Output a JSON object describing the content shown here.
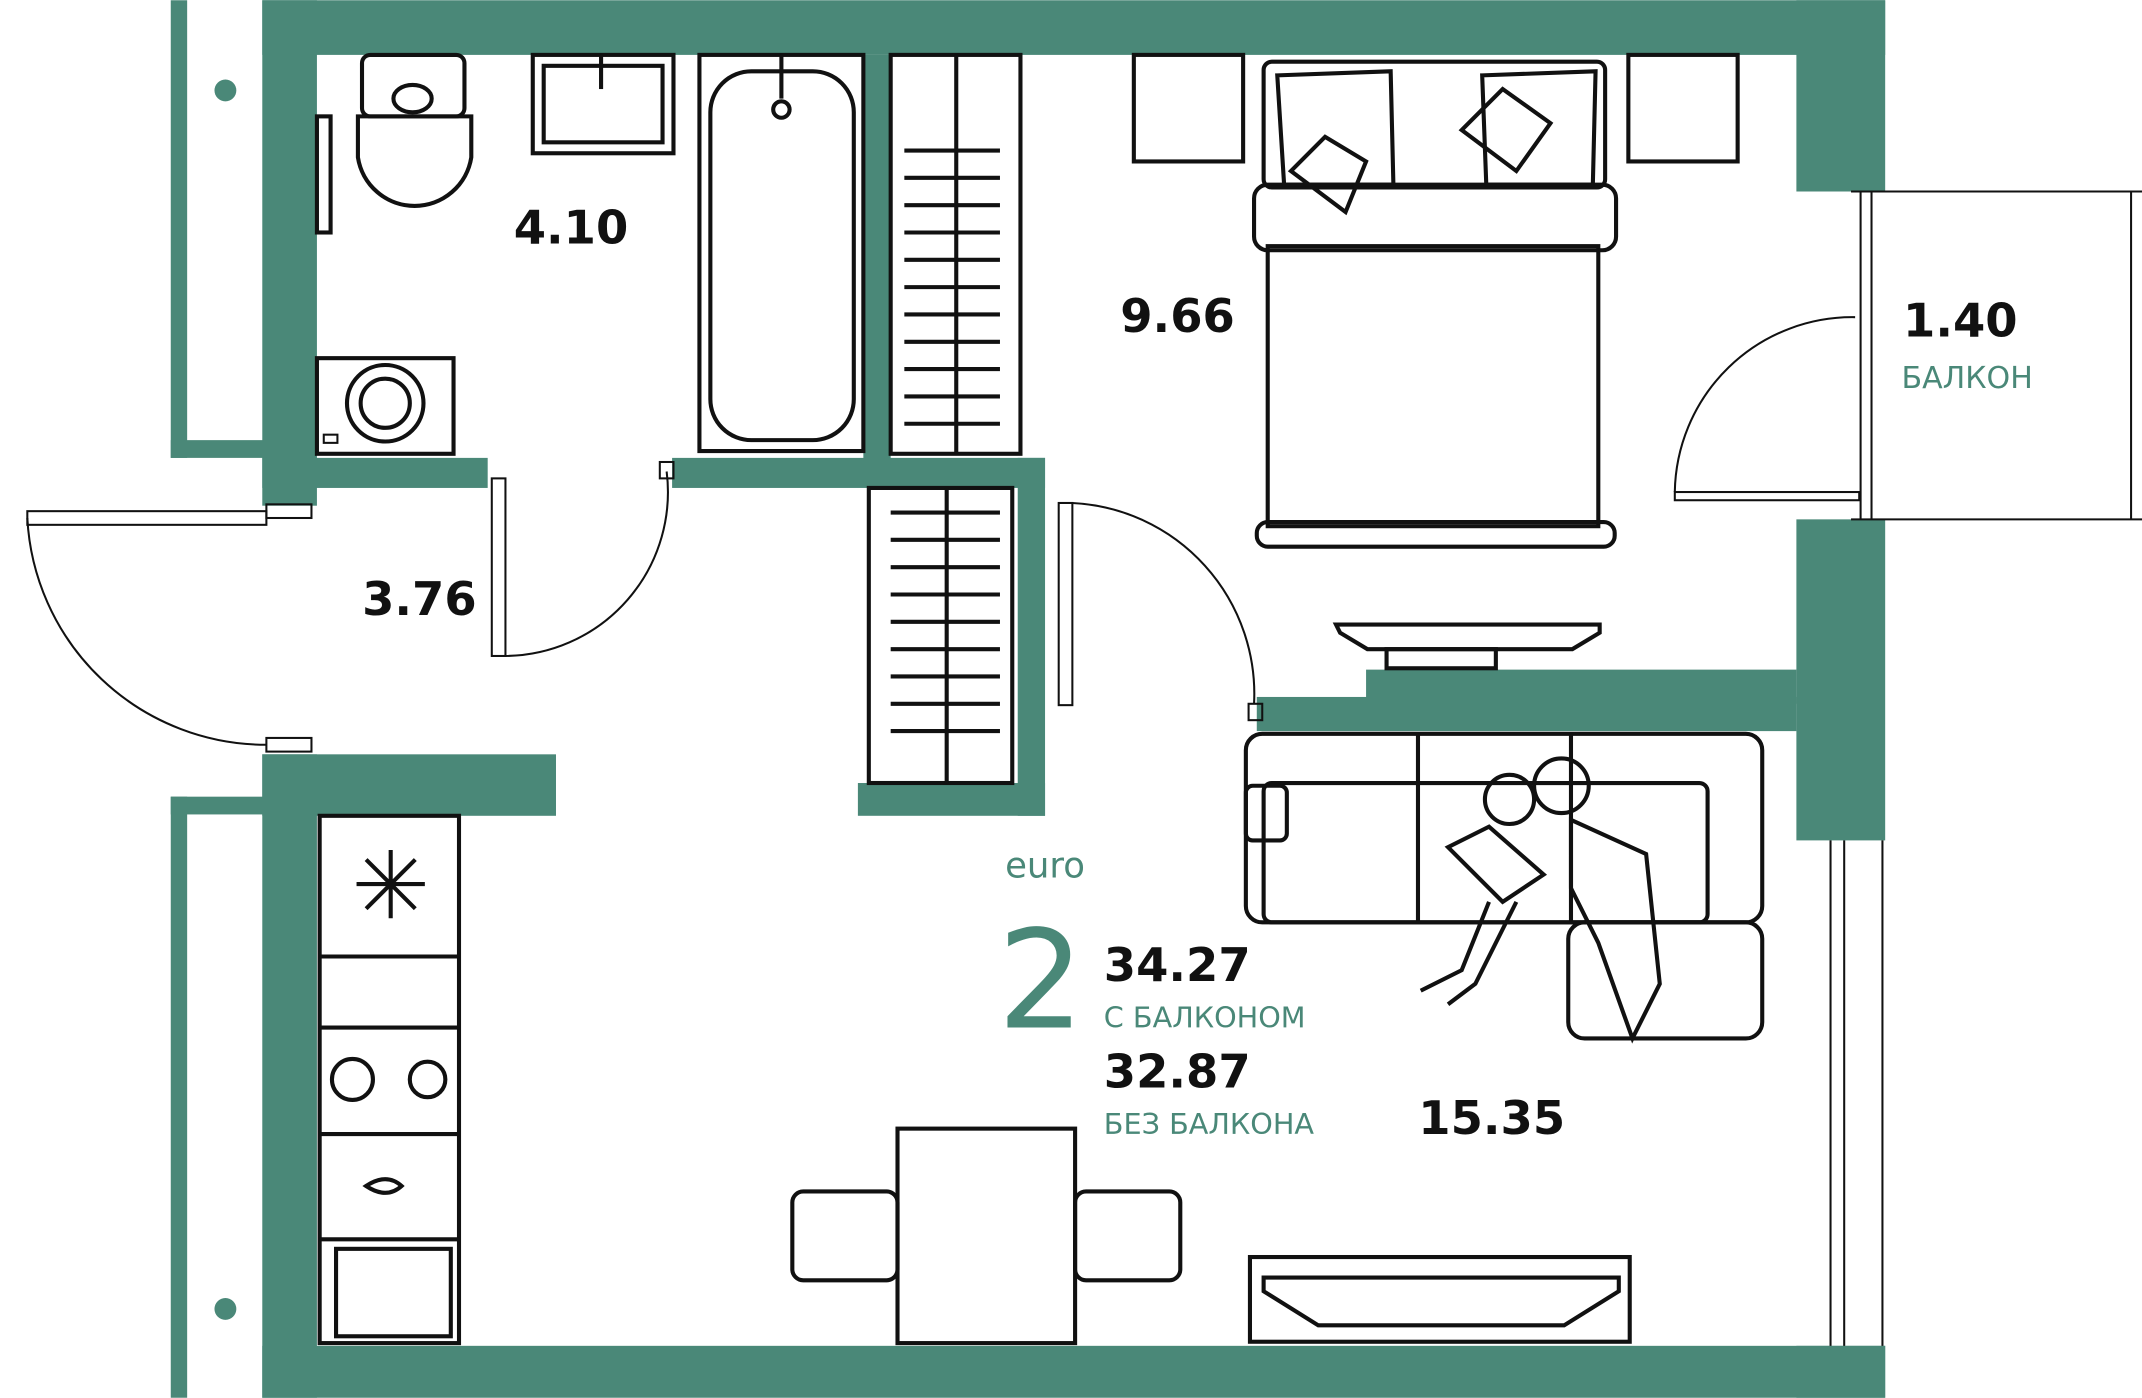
{
  "plan": {
    "accent_color": "#4a8878",
    "rooms": {
      "bathroom_area": "4.10",
      "bedroom_area": "9.66",
      "balcony_area": "1.40",
      "balcony_label": "БАЛКОН",
      "hallway_area": "3.76",
      "living_area": "15.35"
    },
    "summary": {
      "type_label": "euro",
      "rooms_count": "2",
      "area_with_balcony": "34.27",
      "with_balcony_label": "С БАЛКОНОМ",
      "area_without_balcony": "32.87",
      "without_balcony_label": "БЕЗ БАЛКОНА"
    }
  }
}
